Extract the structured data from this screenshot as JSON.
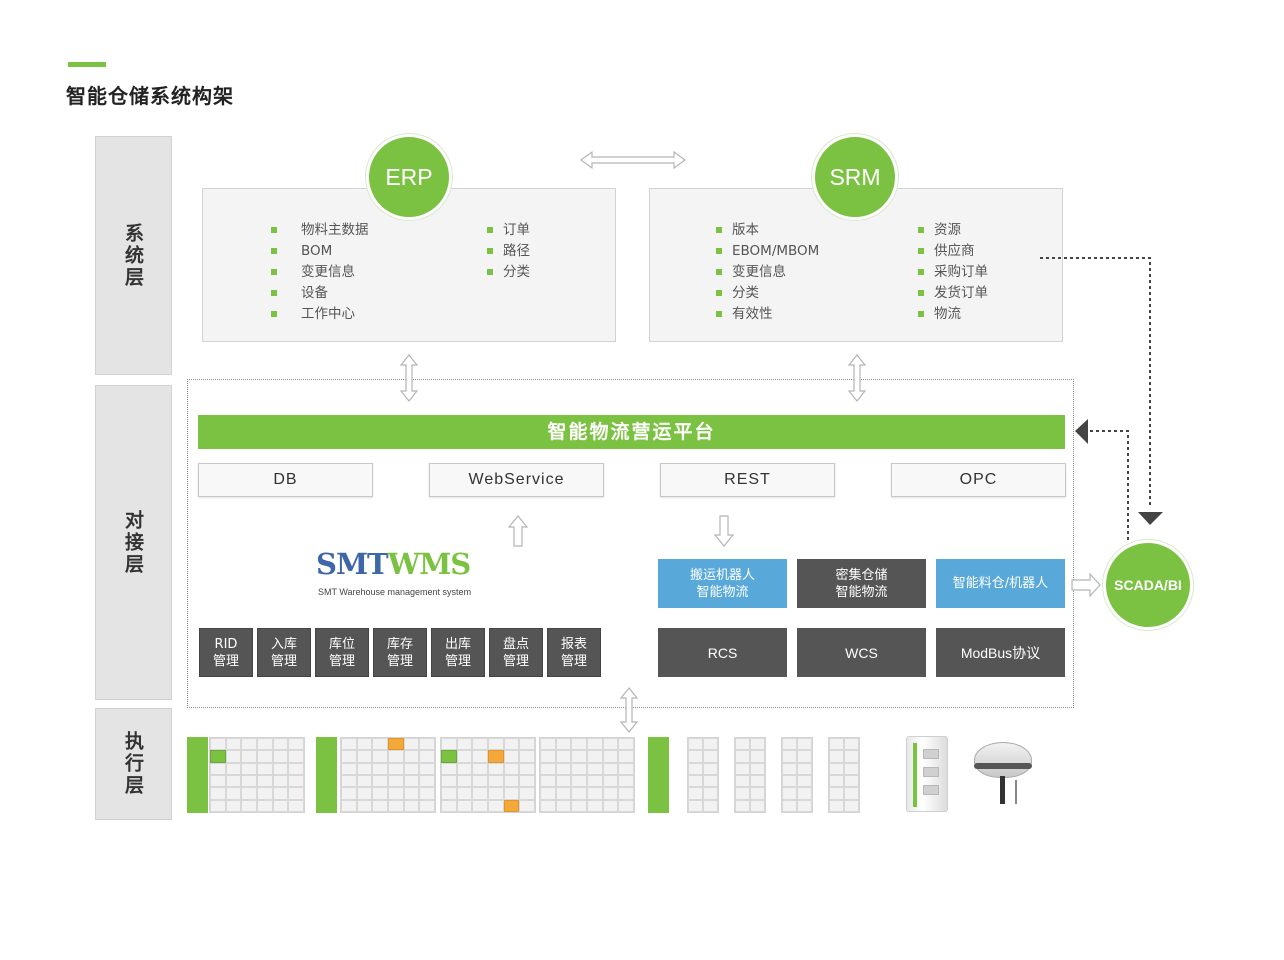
{
  "page_title": "智能仓储系统构架",
  "layers": {
    "system": "系统层",
    "integration": "对接层",
    "execution": "执行层"
  },
  "erp": {
    "label": "ERP",
    "col1": [
      "物料主数据",
      "BOM",
      "变更信息",
      "设备",
      "工作中心"
    ],
    "col2": [
      "订单",
      "路径",
      "分类"
    ]
  },
  "srm": {
    "label": "SRM",
    "col1": [
      "版本",
      "EBOM/MBOM",
      "变更信息",
      "分类",
      "有效性"
    ],
    "col2": [
      "资源",
      "供应商",
      "采购订单",
      "发货订单",
      "物流"
    ]
  },
  "platform": "智能物流营运平台",
  "protocols": [
    "DB",
    "WebService",
    "REST",
    "OPC"
  ],
  "logo": {
    "smt": "SMT",
    "wms": "WMS",
    "subtitle": "SMT Warehouse management system"
  },
  "wms_modules": [
    [
      "RID",
      "管理"
    ],
    [
      "入库",
      "管理"
    ],
    [
      "库位",
      "管理"
    ],
    [
      "库存",
      "管理"
    ],
    [
      "出库",
      "管理"
    ],
    [
      "盘点",
      "管理"
    ],
    [
      "报表",
      "管理"
    ]
  ],
  "features": [
    [
      "搬运机器人",
      "智能物流"
    ],
    [
      "密集仓储",
      "智能物流"
    ],
    [
      "智能料仓/机器人"
    ]
  ],
  "controllers": [
    "RCS",
    "WCS",
    "ModBus协议"
  ],
  "scada": "SCADA/BI",
  "colors": {
    "accent_green": "#7cc242",
    "accent_blue": "#58a9da",
    "dark_box": "#555555",
    "highlight_orange": "#f5a83a"
  }
}
